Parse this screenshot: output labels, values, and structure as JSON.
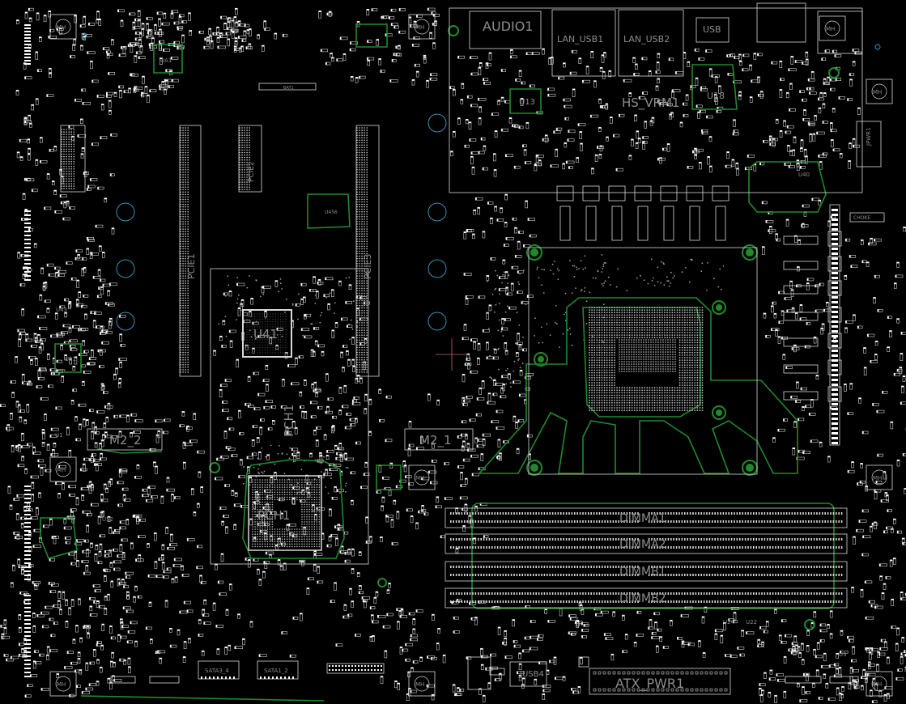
{
  "colors": {
    "background": "#000000",
    "outline": "#d8d8d8",
    "copper_trace": "#1f8a2c",
    "via_ring": "#3a8fb5",
    "label": "#8c8c8c",
    "pad": "#ffffff"
  },
  "large_labels": {
    "audio": "AUDIO1",
    "lan_usb1": "LAN_USB1",
    "lan_usb2": "LAN_USB2",
    "usb": "USB",
    "hs_vrm": "HS_VRM1",
    "u18": "U18",
    "u13": "U13",
    "u41": "U41",
    "pch_outline": "PCH1",
    "pch_chip": "PCH1",
    "m2_2": "M2_2",
    "m2_1": "M2_1",
    "atx_pwr": "ATX_PWR1",
    "jusb": "JUSB4",
    "dimm_a1": "DIMMA1",
    "dimm_a2": "DIMMA2",
    "dimm_b1": "DIMMB1",
    "dimm_b2": "DIMMB2",
    "pcie1": "PCIE1",
    "pcie2": "PCIE2",
    "pcie3": "PCIE3"
  },
  "small_labels": {
    "mh": "MH",
    "sata3_4": "SATA3_4",
    "sata1_2": "SATA1_2",
    "bat": "BAT1",
    "choke": "CHOKE",
    "u456": "U456",
    "u51": "U51",
    "u43": "U43",
    "ua": "UA1",
    "u40": "U40",
    "u22": "U22",
    "u24": "U24",
    "u3": "U3",
    "u52": "U52",
    "u1": "U1",
    "jpwr": "JPWR1"
  }
}
